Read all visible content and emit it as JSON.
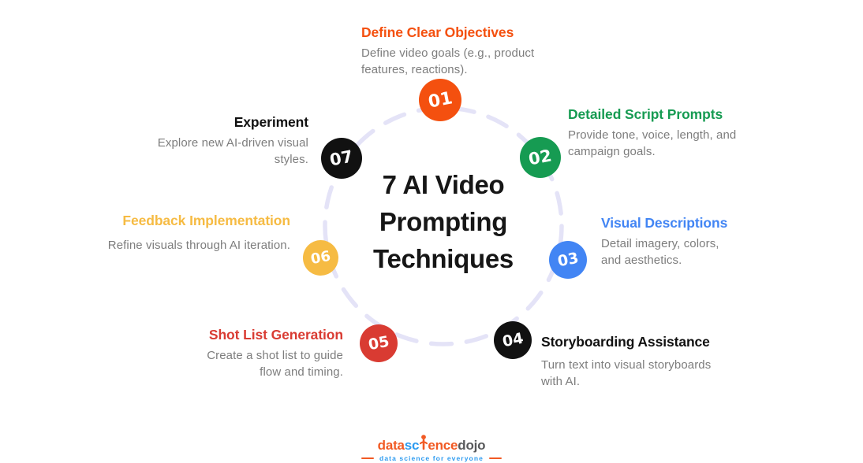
{
  "center": {
    "title": "7 AI Video\nPrompting\nTechniques"
  },
  "decor": {
    "ring_color": "#E4E3F7"
  },
  "items": [
    {
      "number": "01",
      "title": "Define Clear Objectives",
      "description": "Define video goals (e.g., product features, reactions).",
      "color": "#F4500F"
    },
    {
      "number": "02",
      "title": "Detailed Script Prompts",
      "description": "Provide tone, voice, length, and campaign goals.",
      "color": "#169B52"
    },
    {
      "number": "03",
      "title": "Visual Descriptions",
      "description": "Detail imagery, colors, and aesthetics.",
      "color": "#4285F4"
    },
    {
      "number": "04",
      "title": "Storyboarding Assistance",
      "description": "Turn text into visual storyboards with AI.",
      "color": "#111111"
    },
    {
      "number": "05",
      "title": "Shot List Generation",
      "description": "Create a shot list to guide flow and timing.",
      "color": "#D93B32"
    },
    {
      "number": "06",
      "title": "Feedback Implementation",
      "description": "Refine visuals through AI iteration.",
      "color": "#F6BB43"
    },
    {
      "number": "07",
      "title": "Experiment",
      "description": "Explore new AI-driven visual styles.",
      "color": "#111111"
    }
  ],
  "footer": {
    "logo_data": "data",
    "logo_sc": "sc",
    "logo_ence": "ence",
    "logo_dojo": "dojo",
    "logo_colors": {
      "orange": "#F15A24",
      "blue": "#2D9BF0",
      "gray": "#58595B"
    },
    "tagline": "data science for everyone"
  }
}
